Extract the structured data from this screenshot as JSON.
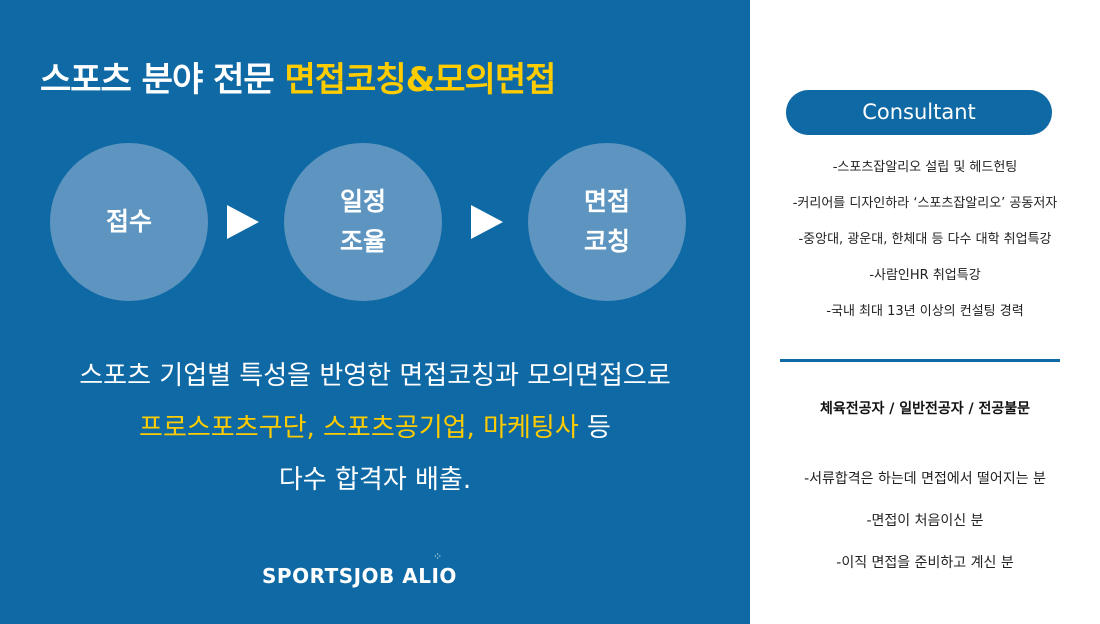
{
  "title": {
    "part1": "스포츠 분야 전문 ",
    "part2": "면접코칭&모의면접"
  },
  "steps": [
    "접수",
    "일정\n조율",
    "면접\n코칭"
  ],
  "body": {
    "line1": "스포츠 기업별 특성을 반영한 면접코칭과 모의면접으로",
    "line2_highlight": "프로스포츠구단, 스포츠공기업, 마케팅사",
    "line2_rest": " 등",
    "line3": "다수 합격자 배출."
  },
  "logo": "SPORTSJOB ALIO",
  "consultant": {
    "label": "Consultant",
    "items": [
      "-스포츠잡알리오 설립 및 헤드헌팅",
      "-커리어를 디자인하라 ‘스포츠잡알리오’ 공동저자",
      "-중앙대, 광운대, 한체대 등 다수 대학 취업특강",
      "-사람인HR 취업특강",
      "-국내 최대 13년 이상의 컨설팅 경력"
    ]
  },
  "target": {
    "heading": "체육전공자 / 일반전공자 / 전공불문",
    "items": [
      "-서류합격은 하는데 면접에서 떨어지는 분",
      "-면접이 처음이신 분",
      "-이직 면접을 준비하고 계신 분"
    ]
  }
}
